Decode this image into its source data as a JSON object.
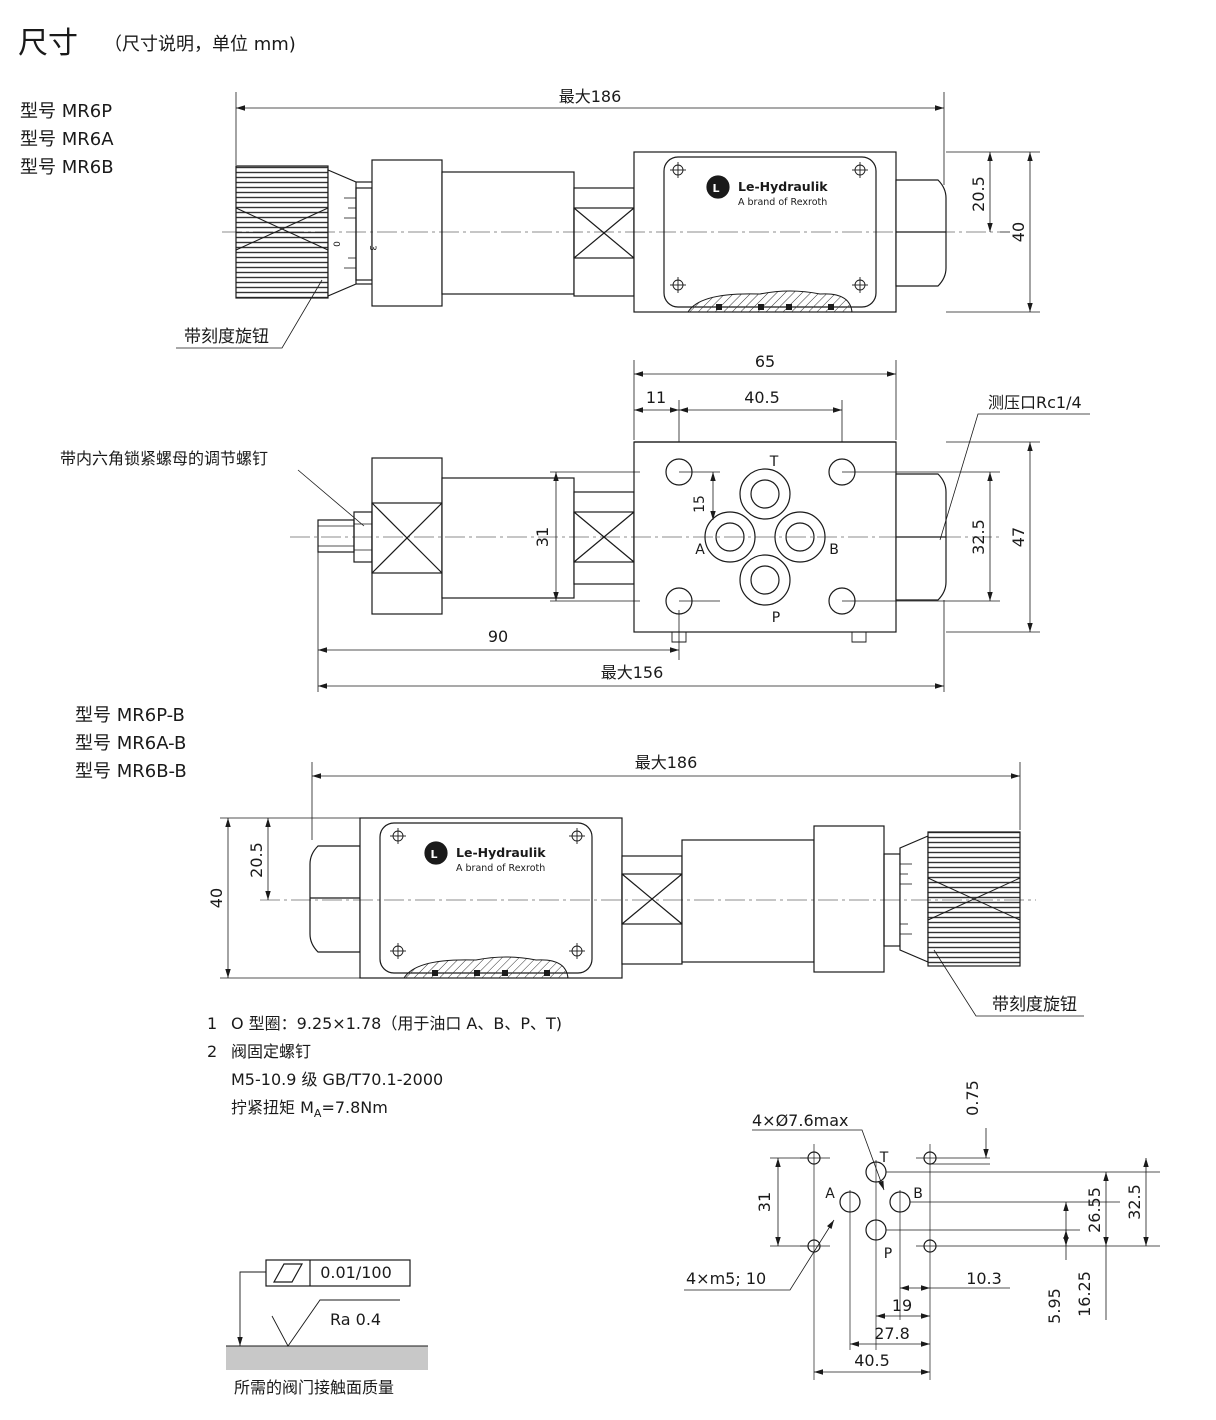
{
  "header": {
    "title": "尺寸",
    "subtitle": "（尺寸说明，单位 mm)"
  },
  "models_top": [
    "型号 MR6P",
    "型号 MR6A",
    "型号 MR6B"
  ],
  "models_bottom": [
    "型号 MR6P-B",
    "型号 MR6A-B",
    "型号 MR6B-B"
  ],
  "view1": {
    "max_length": "最大186",
    "dim_20_5": "20.5",
    "dim_40": "40",
    "knob_label": "带刻度旋钮",
    "brand": "Le-Hydraulik",
    "brand_sub": "A brand of Rexroth",
    "scale_zero": "0",
    "scale_three": "3"
  },
  "view2": {
    "dim_65": "65",
    "dim_11": "11",
    "dim_40_5": "40.5",
    "gauge_port": "测压口Rc1/4",
    "screw_label": "带内六角锁紧螺母的调节螺钉",
    "dim_15": "15",
    "dim_31": "31",
    "dim_32_5": "32.5",
    "dim_47": "47",
    "dim_90": "90",
    "max_156": "最大156",
    "port_t": "T",
    "port_a": "A",
    "port_b": "B",
    "port_p": "P"
  },
  "view3": {
    "max_length": "最大186",
    "dim_20_5": "20.5",
    "dim_40": "40",
    "knob_label": "带刻度旋钮",
    "brand": "Le-Hydraulik",
    "brand_sub": "A brand of Rexroth"
  },
  "notes": {
    "n1_num": "1",
    "n1_text": "O 型圈：9.25×1.78（用于油口 A、B、P、T)",
    "n2_num": "2",
    "n2_text": "阀固定螺钉",
    "n2_line2": "M5-10.9 级 GB/T70.1-2000",
    "n2_line3_pre": "拧紧扭矩 M",
    "n2_line3_sub": "A",
    "n2_line3_post": "=7.8Nm"
  },
  "surface": {
    "flatness": "0.01/100",
    "roughness": "Ra 0.4",
    "caption": "所需的阀门接触面质量"
  },
  "interface": {
    "holes_label": "4×Ø7.6max",
    "dim_0_75": "0.75",
    "dim_31": "31",
    "dim_32_5": "32.5",
    "dim_26_55": "26.55",
    "dim_16_25": "16.25",
    "dim_5_95": "5.95",
    "dim_10_3": "10.3",
    "dim_19": "19",
    "dim_27_8": "27.8",
    "dim_40_5": "40.5",
    "screws_label": "4×m5; 10",
    "port_t": "T",
    "port_a": "A",
    "port_b": "B",
    "port_p": "P"
  }
}
